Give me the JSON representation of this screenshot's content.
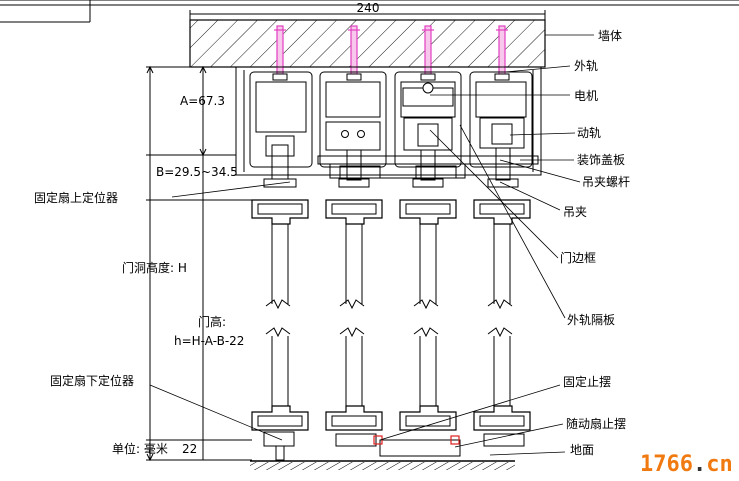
{
  "dimensions": {
    "wall_thickness": "240",
    "a": "A=67.3",
    "b": "B=29.5~34.5",
    "opening_height": "门洞高度: H",
    "door_height_title": "门高:",
    "door_height_formula": "h=H-A-B-22",
    "bottom_gap": "22"
  },
  "labels": {
    "wall": "墙体",
    "outer_rail": "外轨",
    "motor": "电机",
    "moving_rail": "动轨",
    "decor_cover": "装饰盖板",
    "hanger_bolt": "吊夹螺杆",
    "hanger_clip": "吊夹",
    "door_frame": "门边框",
    "rail_separator": "外轨隔板",
    "fixed_upper_locator": "固定扇上定位器",
    "fixed_lower_locator": "固定扇下定位器",
    "fixed_stop": "固定止摆",
    "moving_stop": "随动扇止摆",
    "ground": "地面",
    "unit": "单位: 毫米"
  },
  "watermark": {
    "prefix": "1766",
    "dot": ".",
    "suffix": "cn"
  },
  "colors": {
    "bolt": "#e040c0",
    "stop": "#e02020",
    "watermark_orange": "#f07a10",
    "watermark_dark": "#333333"
  }
}
